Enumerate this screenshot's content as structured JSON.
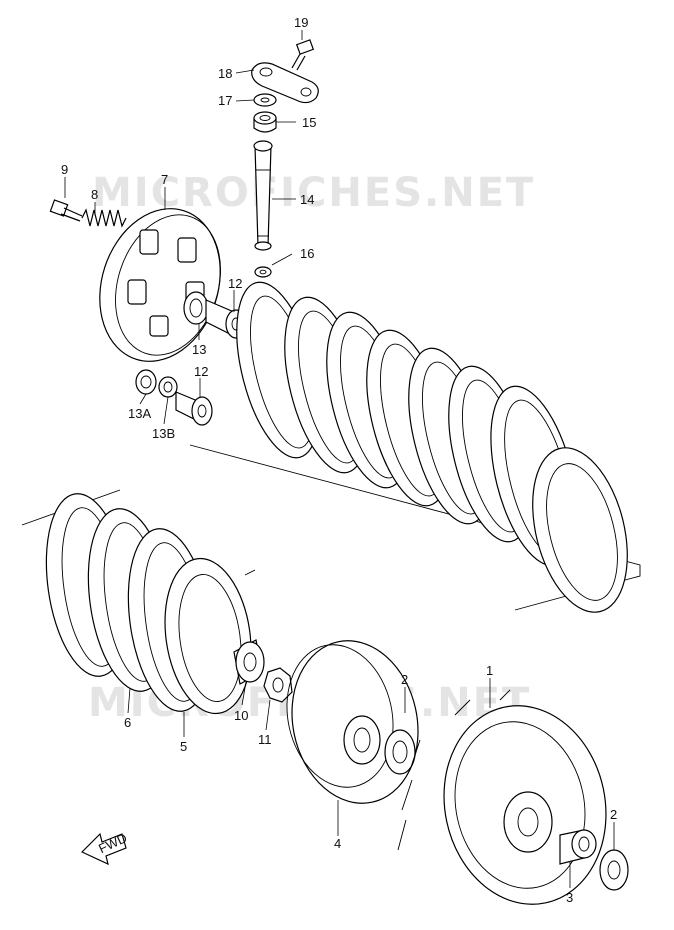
{
  "watermarks": [
    "MICROFICHES.NET",
    "MICROFICHES.NET"
  ],
  "callouts": [
    "19",
    "18",
    "17",
    "15",
    "14",
    "16",
    "9",
    "8",
    "7",
    "12",
    "13",
    "12",
    "13A",
    "13B",
    "1",
    "2",
    "6",
    "5",
    "10",
    "11",
    "4",
    "3",
    "2"
  ],
  "fwd_label": "FWD"
}
